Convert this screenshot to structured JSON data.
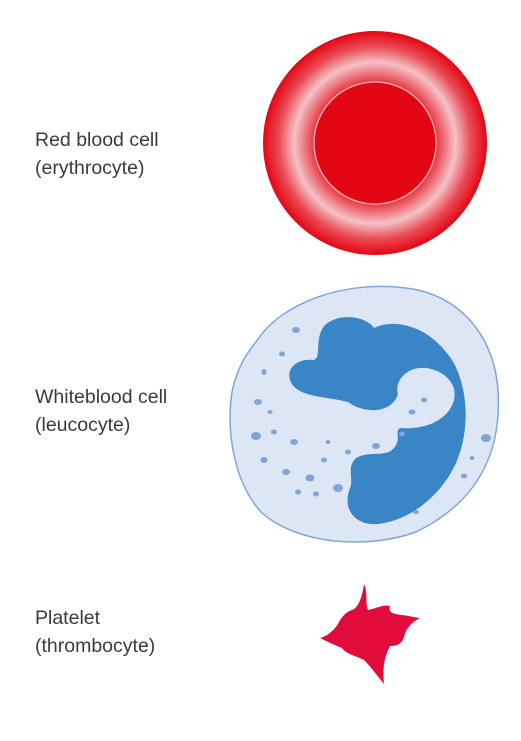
{
  "cells": [
    {
      "name": "Red blood cell",
      "alt_name": "(erythrocyte)",
      "color": "#e30613"
    },
    {
      "name": "Whiteblood cell",
      "alt_name": "(leucocyte)",
      "color": "#3a85c6"
    },
    {
      "name": "Platelet",
      "alt_name": "(thrombocyte)",
      "color": "#e20c3c"
    }
  ],
  "colors": {
    "red_cell": "#e30613",
    "white_cell_body": "#dde6f4",
    "white_cell_outline": "#7fa6d8",
    "nucleus": "#3a85c6",
    "granules": "#7ea7d6",
    "platelet": "#e20c3c",
    "text": "#3a3a3a"
  }
}
